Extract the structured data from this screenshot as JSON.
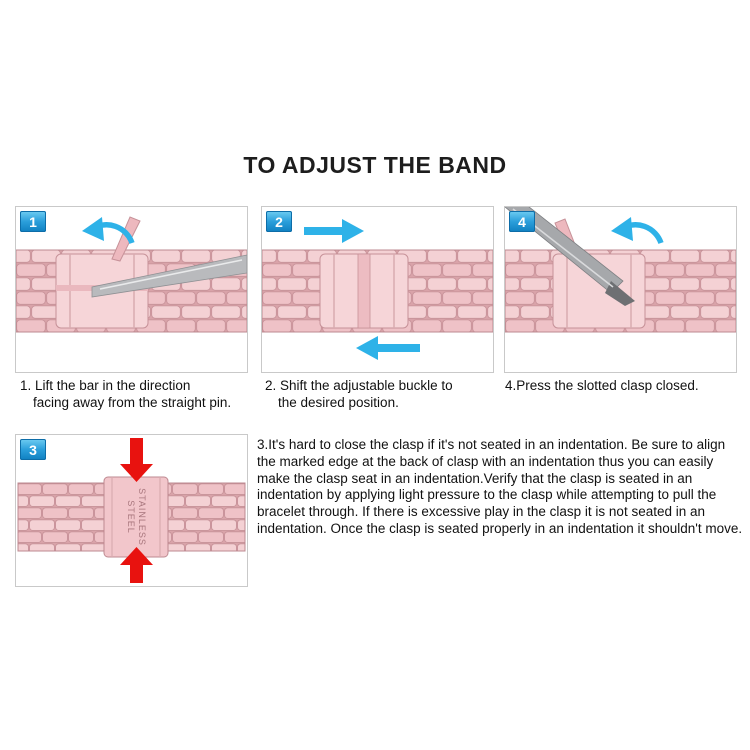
{
  "title": "TO ADJUST THE BAND",
  "steps": {
    "one": {
      "badge": "1",
      "caption_lines": [
        "1. Lift the bar in the direction",
        "facing away from the straight pin."
      ]
    },
    "two": {
      "badge": "2",
      "caption_lines": [
        "2. Shift the adjustable buckle to",
        "the desired position."
      ]
    },
    "four": {
      "badge": "4",
      "caption_lines": [
        "4.Press the slotted clasp closed."
      ]
    },
    "three": {
      "badge": "3",
      "paragraph": "3.It's hard to close the clasp if it's not seated in an indentation. Be sure to align the marked edge at the back of clasp with an indentation thus you can easily make the clasp seat in an indentation.Verify that the clasp is seated in an indentation by applying light pressure to the clasp while attempting to pull the bracelet through. If there is excessive play in the clasp it is not seated in an indentation. Once the clasp is seated properly in an indentation it shouldn't move."
    }
  },
  "clasp_engraving": {
    "line1": "STAINLESS",
    "line2": "STEEL"
  },
  "colors": {
    "band_pink": "#efc2c7",
    "band_pink_light": "#f4d1d4",
    "band_outline": "#c69198",
    "badge_blue": "#1f96d6",
    "arrow_blue": "#2eb2e8",
    "arrow_red": "#e8120f",
    "panel_border": "#c9c9c9",
    "tool_gray": "#a6a8ab"
  }
}
